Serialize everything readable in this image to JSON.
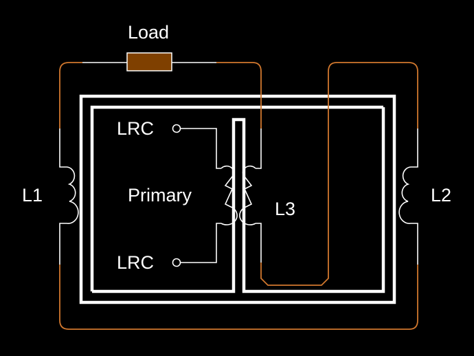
{
  "diagram": {
    "title": "Transformer circuit with load",
    "labels": {
      "load": "Load",
      "l1": "L1",
      "l2": "L2",
      "l3": "L3",
      "primary": "Primary",
      "lrc_top": "LRC",
      "lrc_bottom": "LRC"
    },
    "colors": {
      "background": "#000000",
      "wire": "#ffffff",
      "loop_wire": "#d2782e",
      "resistor_fill": "#7f4000",
      "core": "#ffffff"
    },
    "components": [
      {
        "id": "load",
        "type": "resistor",
        "label": "Load"
      },
      {
        "id": "l1",
        "type": "inductor",
        "label": "L1",
        "turns": 3
      },
      {
        "id": "l2",
        "type": "inductor",
        "label": "L2",
        "turns": 3
      },
      {
        "id": "l3",
        "type": "inductor",
        "label": "L3",
        "turns": 3
      },
      {
        "id": "primary",
        "type": "inductor",
        "label": "Primary",
        "turns": 3
      },
      {
        "id": "lrc_top",
        "type": "terminal",
        "label": "LRC"
      },
      {
        "id": "lrc_bottom",
        "type": "terminal",
        "label": "LRC"
      },
      {
        "id": "core",
        "type": "transformer-core"
      }
    ]
  }
}
